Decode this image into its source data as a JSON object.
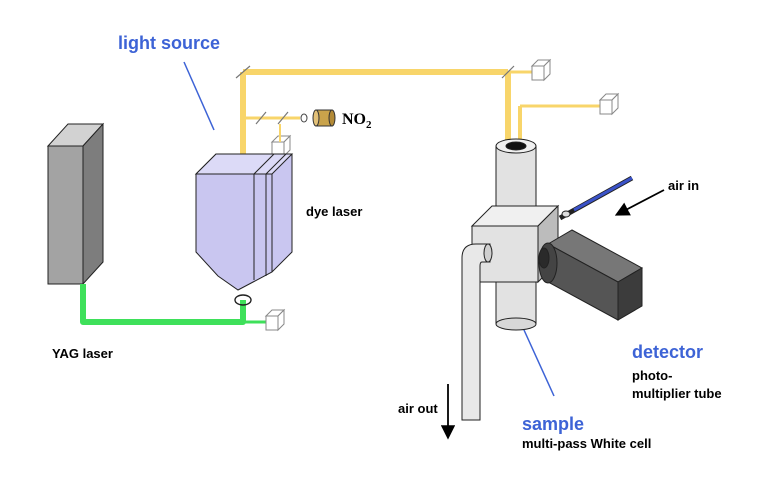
{
  "labels": {
    "light_source": "light source",
    "yag_laser": "YAG laser",
    "dye_laser": "dye laser",
    "no2_base": "NO",
    "no2_sub": "2",
    "air_in": "air in",
    "air_out": "air out",
    "detector": "detector",
    "detector_sub_1": "photo-",
    "detector_sub_2": "multiplier tube",
    "sample": "sample",
    "sample_sub": "multi-pass White cell"
  },
  "colors": {
    "beam_yellow": "#f8d56a",
    "beam_green": "#3ee05a",
    "title_blue": "#3d63d6",
    "yag_gray": "#a3a3a3",
    "dye_lavender": "#c9c6f0",
    "cell_gray": "#e2e2e2",
    "detector_dark": "#555555"
  }
}
